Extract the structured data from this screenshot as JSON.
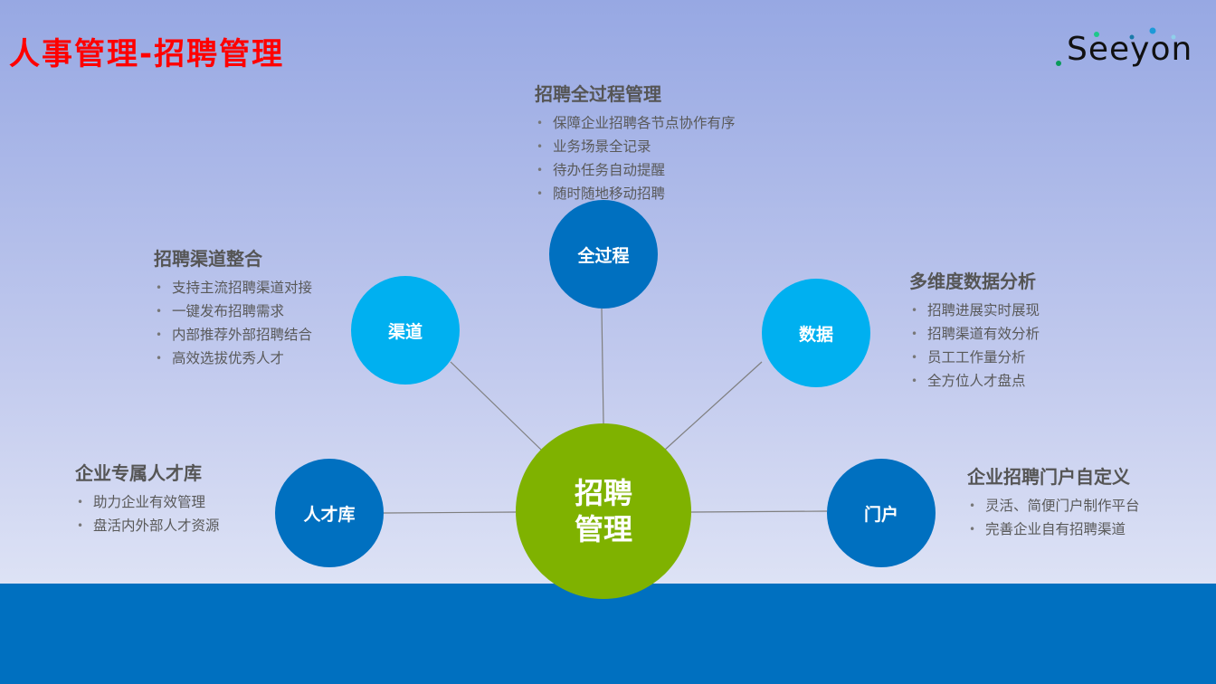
{
  "title": "人事管理-招聘管理",
  "logo": "Seeyon",
  "colors": {
    "dark": "#0070c0",
    "light": "#00b0f0",
    "center": "#7fb200",
    "title": "#ff0000"
  },
  "center": {
    "line1": "招聘",
    "line2": "管理"
  },
  "nodes": [
    {
      "label": "全过程",
      "heading": "招聘全过程管理",
      "bullets": [
        "保障企业招聘各节点协作有序",
        "业务场景全记录",
        "待办任务自动提醒",
        "随时随地移动招聘"
      ]
    },
    {
      "label": "渠道",
      "heading": "招聘渠道整合",
      "bullets": [
        "支持主流招聘渠道对接",
        "一键发布招聘需求",
        "内部推荐外部招聘结合",
        "高效选拔优秀人才"
      ]
    },
    {
      "label": "数据",
      "heading": "多维度数据分析",
      "bullets": [
        "招聘进展实时展现",
        "招聘渠道有效分析",
        "员工工作量分析",
        "全方位人才盘点"
      ]
    },
    {
      "label": "人才库",
      "heading": "企业专属人才库",
      "bullets": [
        "助力企业有效管理",
        "盘活内外部人才资源"
      ]
    },
    {
      "label": "门户",
      "heading": "企业招聘门户自定义",
      "bullets": [
        "灵活、简便门户制作平台",
        "完善企业自有招聘渠道"
      ]
    }
  ]
}
